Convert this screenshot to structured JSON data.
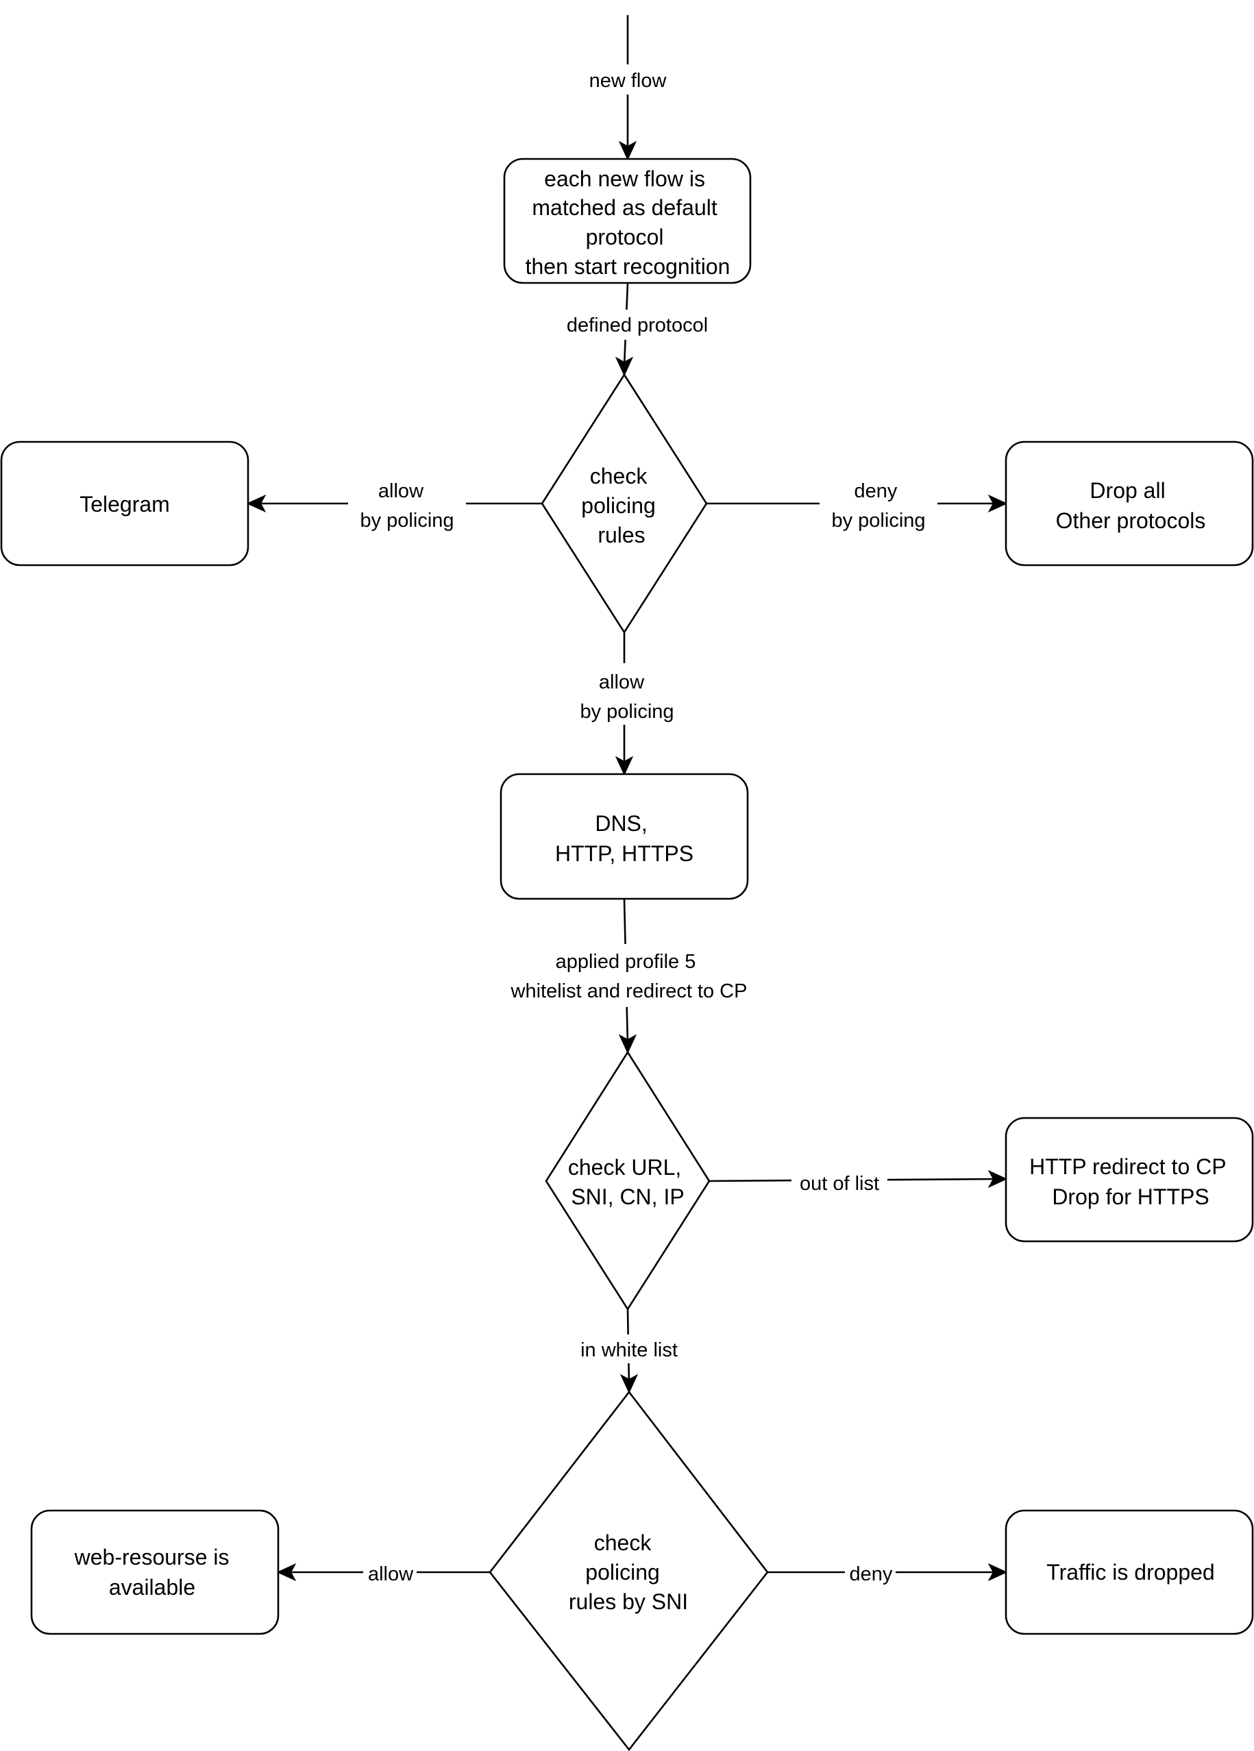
{
  "nodes": {
    "start_box": {
      "lines": [
        "each new flow is",
        "matched as default",
        "protocol",
        "then start recognition"
      ]
    },
    "decision_policing": {
      "lines": [
        "check",
        "policing",
        "rules"
      ]
    },
    "telegram_box": {
      "lines": [
        "Telegram"
      ]
    },
    "drop_box": {
      "lines": [
        "Drop all",
        "Other protocols"
      ]
    },
    "dns_box": {
      "lines": [
        "DNS,",
        "HTTP, HTTPS"
      ]
    },
    "decision_url": {
      "lines": [
        "check URL,",
        "SNI, CN, IP"
      ]
    },
    "redirect_box": {
      "lines": [
        "HTTP redirect to CP",
        "Drop for HTTPS"
      ]
    },
    "decision_sni": {
      "lines": [
        "check",
        "policing",
        "rules by SNI"
      ]
    },
    "available_box": {
      "lines": [
        "web-resourse is",
        "available"
      ]
    },
    "dropped_box": {
      "lines": [
        "Traffic is dropped"
      ]
    }
  },
  "edges": {
    "new_flow": {
      "lines": [
        "new flow"
      ]
    },
    "defined_protocol": {
      "lines": [
        "defined protocol"
      ]
    },
    "allow_left": {
      "lines": [
        "allow",
        "by policing"
      ]
    },
    "deny_right": {
      "lines": [
        "deny",
        "by policing"
      ]
    },
    "allow_down": {
      "lines": [
        "allow",
        "by policing"
      ]
    },
    "applied_profile": {
      "lines": [
        "applied profile 5",
        "whitelist and redirect to CP"
      ]
    },
    "out_of_list": {
      "lines": [
        "out of list"
      ]
    },
    "in_white_list": {
      "lines": [
        "in white list"
      ]
    },
    "allow_sni": {
      "lines": [
        "allow"
      ]
    },
    "deny_sni": {
      "lines": [
        "deny"
      ]
    }
  }
}
